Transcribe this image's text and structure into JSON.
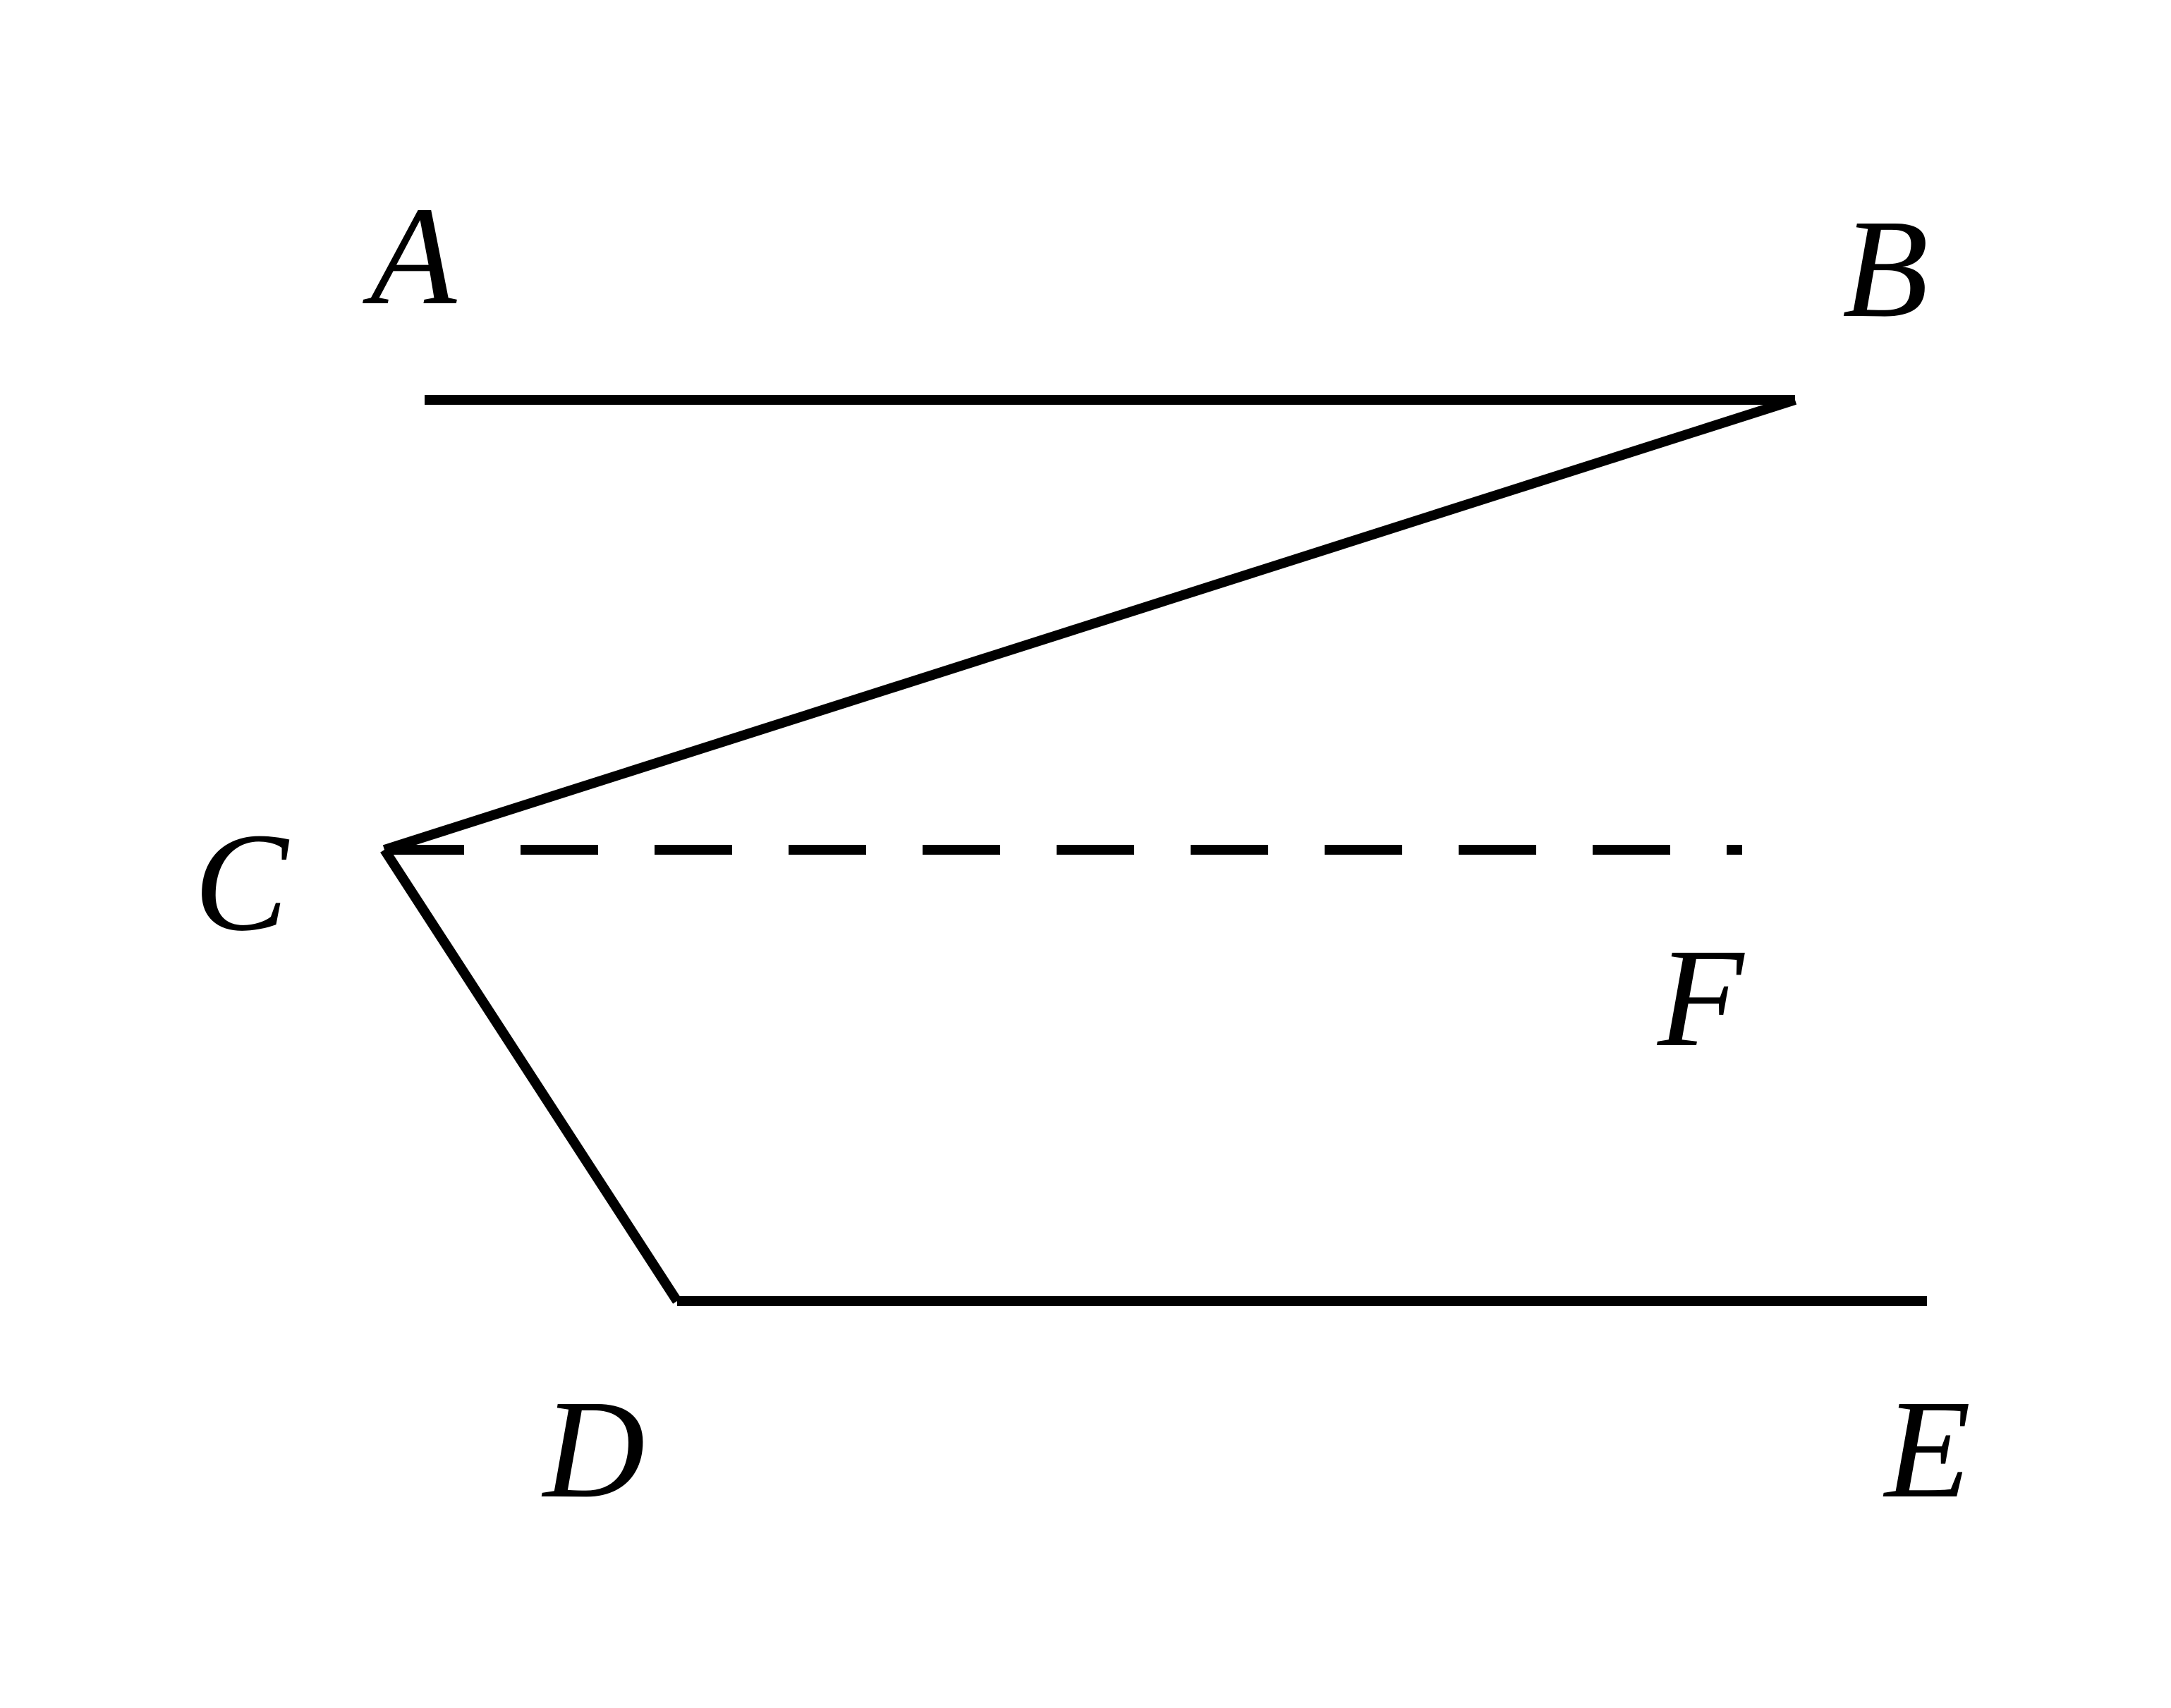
{
  "diagram": {
    "points": {
      "A": "A",
      "B": "B",
      "C": "C",
      "D": "D",
      "E": "E",
      "F": "F"
    },
    "segments": [
      {
        "from": "A",
        "to": "B",
        "style": "solid"
      },
      {
        "from": "B",
        "to": "C",
        "style": "solid"
      },
      {
        "from": "C",
        "to": "F",
        "style": "dashed"
      },
      {
        "from": "C",
        "to": "D",
        "style": "solid"
      },
      {
        "from": "D",
        "to": "E",
        "style": "solid"
      }
    ],
    "line_color": "#000000",
    "background_color": "#ffffff"
  }
}
